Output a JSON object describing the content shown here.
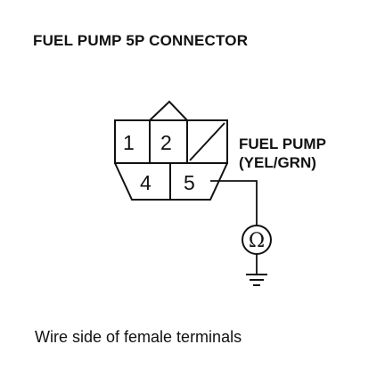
{
  "title": "FUEL PUMP 5P CONNECTOR",
  "connector": {
    "pins": [
      {
        "id": "1",
        "label": "1"
      },
      {
        "id": "2",
        "label": "2"
      },
      {
        "id": "4",
        "label": "4"
      },
      {
        "id": "5",
        "label": "5"
      }
    ]
  },
  "fuel_pump_label": {
    "line1": "FUEL PUMP",
    "line2": "(YEL/GRN)"
  },
  "meter": {
    "symbol": "Ω",
    "icon": "ohmmeter-icon"
  },
  "ground": {
    "icon": "ground-icon"
  },
  "caption": "Wire side of female terminals"
}
